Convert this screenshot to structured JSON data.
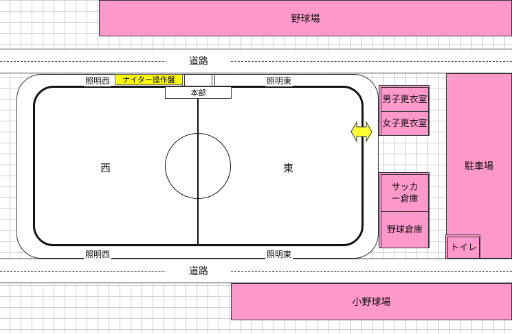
{
  "buildings": {
    "baseball_field": "野球場",
    "parking": "駐車場",
    "small_baseball_field": "小野球場",
    "toilet": "トイレ",
    "mens_changing_room": "男子更衣室",
    "womens_changing_room": "女子更衣室",
    "soccer_storage": "サッカー倉庫",
    "baseball_storage": "野球倉庫"
  },
  "roads": {
    "top": "道路",
    "bottom": "道路"
  },
  "field": {
    "west_label": "西",
    "east_label": "東",
    "headquarters": "本部",
    "night_game_panel": "ナイター操作盤",
    "lights_west_top": "照明西",
    "lights_east_top": "照明東",
    "lights_west_bottom": "照明西",
    "lights_east_bottom": "照明東"
  },
  "colors": {
    "building_pink": "#ff99cc",
    "panel_yellow": "#ffff00",
    "arrow_yellow": "#ffff33"
  }
}
